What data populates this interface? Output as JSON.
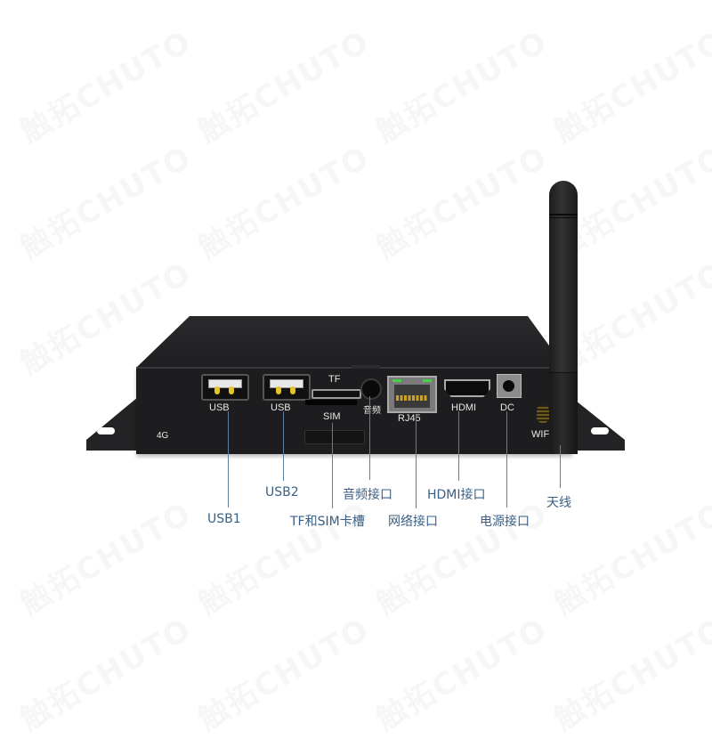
{
  "watermark": {
    "text": "触拓CHUTO",
    "color": "#f6f6f6"
  },
  "device": {
    "body_color": "#1d1d1f",
    "ports": {
      "usb1_label": "USB",
      "usb2_label": "USB",
      "tf_label": "TF",
      "sim_label": "SIM",
      "audio_label": "音频",
      "rj45_label": "RJ45",
      "hdmi_label": "HDMI",
      "dc_label": "DC",
      "wifi_label": "WIFI",
      "fourg_label": "4G"
    }
  },
  "callouts": {
    "color": "#3b5f84",
    "line_color": "#5e7f9e",
    "items": [
      {
        "id": "usb1",
        "label": "USB1"
      },
      {
        "id": "usb2",
        "label": "USB2"
      },
      {
        "id": "tf-sim",
        "label": "TF和SIM卡槽"
      },
      {
        "id": "audio",
        "label": "音频接口"
      },
      {
        "id": "network",
        "label": "网络接口"
      },
      {
        "id": "hdmi",
        "label": "HDMI接口"
      },
      {
        "id": "power",
        "label": "电源接口"
      },
      {
        "id": "antenna",
        "label": "天线"
      }
    ]
  }
}
